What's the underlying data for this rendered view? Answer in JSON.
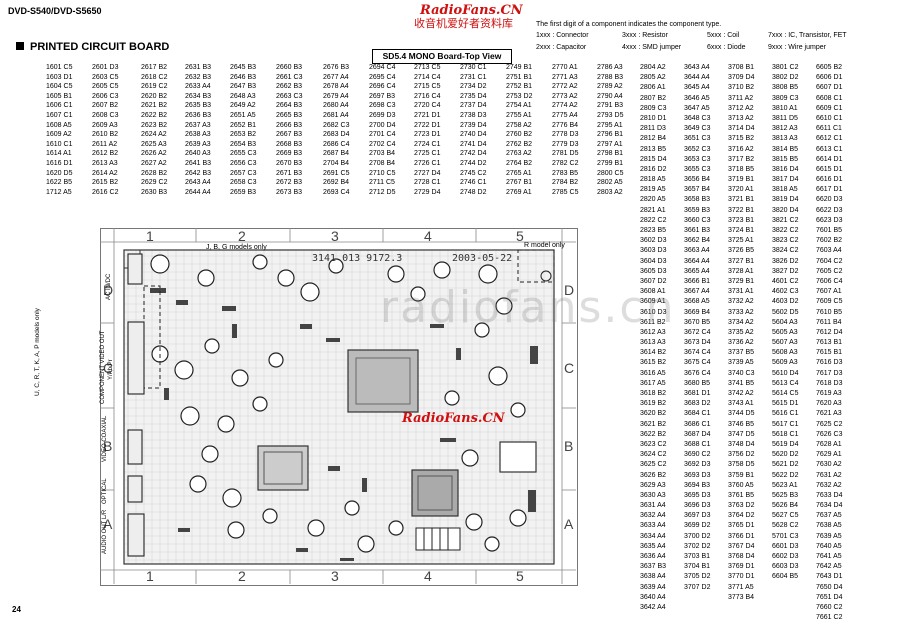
{
  "header": {
    "model": "DVD-S540/DVD-S5650",
    "page": "24"
  },
  "watermark": {
    "cn_title": "RadioFans.CN",
    "cn_subtitle": "收音机爱好者资料库",
    "center": "RadioFans.CN",
    "gray": "radiofans.cn"
  },
  "section_title": "PRINTED CIRCUIT BOARD",
  "board_title": "SD5.4 MONO Board-Top View",
  "legend": {
    "note": "The first digit of a component indicates the component type.",
    "items": [
      "1xxx : Connector",
      "3xxx : Resistor",
      "5xxx : Coil",
      "7xxx : IC, Transistor, FET",
      "2xxx : Capacitor",
      "4xxx : SMD jumper",
      "6xxx : Diode",
      "9xxx : Wire jumper"
    ]
  },
  "board": {
    "columns": [
      "1",
      "2",
      "3",
      "4",
      "5"
    ],
    "rows": [
      "D",
      "C",
      "B",
      "A"
    ],
    "annotations": [
      "J, B, G models only",
      "R model only",
      "3141 013 9172.3",
      "2003-05-22",
      "U, C, R, T, K, A, P models only"
    ],
    "connectors": [
      "AC IN/DC",
      "COMPONENT VIDEO OUT",
      "Y/Pb/Pr",
      "VIDEO COAXIAL",
      "OPTICAL",
      "AUDIO OUT L/R"
    ]
  },
  "tables": [
    [
      "1601 C5",
      "1603 D1",
      "1604 C5",
      "1605 B1",
      "1606 C1",
      "1607 C1",
      "1608 A5",
      "1609 A2",
      "1610 C1",
      "1614 A1",
      "1616 D1",
      "1620 D5",
      "1622 B5",
      "1712 A5"
    ],
    [
      "2601 D3",
      "2603 C5",
      "2605 C5",
      "2606 C3",
      "2607 B2",
      "2608 C3",
      "2609 A3",
      "2610 B2",
      "2611 A2",
      "2612 B2",
      "2613 A3",
      "2614 A2",
      "2615 B2",
      "2616 C2"
    ],
    [
      "2617 B2",
      "2618 C2",
      "2619 C2",
      "2620 B2",
      "2621 B2",
      "2622 B2",
      "2623 B2",
      "2624 A2",
      "2625 A3",
      "2626 A2",
      "2627 A2",
      "2628 B2",
      "2629 C2",
      "2630 B3"
    ],
    [
      "2631 B3",
      "2632 B3",
      "2633 A4",
      "2634 B3",
      "2635 B3",
      "2636 B3",
      "2637 A3",
      "2638 A3",
      "2639 A3",
      "2640 A3",
      "2641 B3",
      "2642 B3",
      "2643 A4",
      "2644 A4"
    ],
    [
      "2645 B3",
      "2646 B3",
      "2647 B3",
      "2648 A3",
      "2649 A2",
      "2651 A5",
      "2652 B1",
      "2653 B2",
      "2654 B3",
      "2655 C3",
      "2656 C3",
      "2657 C3",
      "2658 C3",
      "2659 B3"
    ],
    [
      "2660 B3",
      "2661 C3",
      "2662 B3",
      "2663 C3",
      "2664 B3",
      "2665 B3",
      "2666 B3",
      "2667 B3",
      "2668 B3",
      "2669 B3",
      "2670 B3",
      "2671 B3",
      "2672 B3",
      "2673 B3"
    ],
    [
      "2676 B3",
      "2677 A4",
      "2678 A4",
      "2679 A4",
      "2680 A4",
      "2681 A4",
      "2682 C3",
      "2683 D4",
      "2686 C4",
      "2687 B4",
      "2704 B4",
      "2691 C5",
      "2692 B4",
      "2693 C4"
    ],
    [
      "2694 C4",
      "2695 C4",
      "2696 C4",
      "2697 B3",
      "2698 C3",
      "2699 D3",
      "2700 D4",
      "2701 C4",
      "2702 C4",
      "2703 B4",
      "2708 B4",
      "2710 C5",
      "2711 C5",
      "2712 D5"
    ],
    [
      "2713 C5",
      "2714 C4",
      "2715 C5",
      "2716 C4",
      "2720 C4",
      "2721 D1",
      "2722 D1",
      "2723 D1",
      "2724 C1",
      "2725 C1",
      "2726 C1",
      "2727 D4",
      "2728 C1",
      "2729 D4"
    ],
    [
      "2730 C1",
      "2731 C1",
      "2734 D2",
      "2735 D4",
      "2737 D4",
      "2738 D3",
      "2739 D4",
      "2740 D4",
      "2741 D4",
      "2742 D4",
      "2744 D2",
      "2745 C2",
      "2746 C1",
      "2748 D2"
    ],
    [
      "2749 B1",
      "2751 B1",
      "2752 B1",
      "2753 D2",
      "2754 A1",
      "2755 A1",
      "2758 A2",
      "2760 B2",
      "2762 B2",
      "2763 A2",
      "2764 B2",
      "2765 A1",
      "2767 B1",
      "2769 A1"
    ],
    [
      "2770 A1",
      "2771 A3",
      "2772 A2",
      "2773 A2",
      "2774 A2",
      "2775 A4",
      "2776 B4",
      "2778 D3",
      "2779 D3",
      "2781 D5",
      "2782 C2",
      "2783 B5",
      "2784 B2",
      "2785 C5"
    ],
    [
      "2786 A3",
      "2788 B3",
      "2789 A2",
      "2790 A4",
      "2791 B3",
      "2793 D5",
      "2795 A1",
      "2796 B1",
      "2797 A1",
      "2798 B1",
      "2799 B1",
      "2800 C5",
      "2802 A5",
      "2803 A2"
    ],
    [
      "2804 A2",
      "2805 A2",
      "2806 A1",
      "2807 B2",
      "2809 C3",
      "2810 D1",
      "2811 D3",
      "2812 B4",
      "2813 B5",
      "2815 D4",
      "2816 D2",
      "2818 A5",
      "2819 A5",
      "2820 A5",
      "2821 A1",
      "2822 C2",
      "2823 B5",
      "3602 D3",
      "3603 D3",
      "3604 D3",
      "3605 D3",
      "3607 D2",
      "3608 A1",
      "3609 A1",
      "3610 D3",
      "3611 B2",
      "3612 A3",
      "3613 A3",
      "3614 B2",
      "3615 B2",
      "3616 A5",
      "3617 A5",
      "3618 B2",
      "3619 B2",
      "3620 B2",
      "3621 B2",
      "3622 B2",
      "3623 C2",
      "3624 C2",
      "3625 C2",
      "3626 B2",
      "3629 A3",
      "3630 A3",
      "3631 A4",
      "3632 A4",
      "3633 A4",
      "3634 A4",
      "3635 A4",
      "3636 A4",
      "3637 B3",
      "3638 A4",
      "3639 A4",
      "3640 A4",
      "3642 A4"
    ],
    [
      "3643 A4",
      "3644 A4",
      "3645 A4",
      "3646 A5",
      "3647 A5",
      "3648 C3",
      "3649 C3",
      "3651 C3",
      "3652 C3",
      "3653 C3",
      "3655 C3",
      "3656 B4",
      "3657 B4",
      "3658 B3",
      "3659 B3",
      "3660 C3",
      "3661 B3",
      "3662 B4",
      "3663 A4",
      "3664 A4",
      "3665 A4",
      "3666 B1",
      "3667 A4",
      "3668 A5",
      "3669 B4",
      "3670 B5",
      "3672 C4",
      "3673 D4",
      "3674 C4",
      "3675 C4",
      "3676 C4",
      "3680 B5",
      "3681 D1",
      "3683 D2",
      "3684 C1",
      "3686 C1",
      "3687 D4",
      "3688 C1",
      "3690 C2",
      "3692 D3",
      "3693 D3",
      "3694 B3",
      "3695 D3",
      "3696 D3",
      "3697 D3",
      "3699 D2",
      "3700 D2",
      "3702 D2",
      "3703 B1",
      "3704 B1",
      "3705 D2",
      "3707 D2"
    ],
    [
      "3708 B1",
      "3709 D4",
      "3710 B2",
      "3711 A2",
      "3712 A2",
      "3713 A2",
      "3714 D4",
      "3715 B2",
      "3716 A2",
      "3717 B2",
      "3718 B5",
      "3719 B1",
      "3720 A1",
      "3721 B1",
      "3722 B1",
      "3723 B1",
      "3724 B1",
      "3725 A1",
      "3726 B5",
      "3727 B1",
      "3728 A1",
      "3729 B1",
      "3731 A1",
      "3732 A2",
      "3733 A2",
      "3734 A2",
      "3735 A2",
      "3736 A2",
      "3737 B5",
      "3739 A5",
      "3740 C3",
      "3741 B5",
      "3742 A2",
      "3743 A1",
      "3744 D5",
      "3746 B5",
      "3747 D5",
      "3748 D4",
      "3756 D2",
      "3758 D5",
      "3759 B1",
      "3760 A5",
      "3761 B5",
      "3763 D2",
      "3764 D2",
      "3765 D1",
      "3766 D1",
      "3767 D4",
      "3768 D4",
      "3769 D1",
      "3770 D1",
      "3771 A5",
      "3773 B4"
    ],
    [
      "3801 C2",
      "3802 D2",
      "3808 B5",
      "3809 C3",
      "3810 A1",
      "3811 D5",
      "3812 A3",
      "3813 A3",
      "3814 B5",
      "3815 B5",
      "3816 D4",
      "3817 D4",
      "3818 A5",
      "3819 D4",
      "3820 D4",
      "3821 C2",
      "3822 C2",
      "3823 C2",
      "3824 C2",
      "3826 D2",
      "3827 D2",
      "4601 C2",
      "4602 C3",
      "4603 D2",
      "5602 D5",
      "5604 A3",
      "5605 A3",
      "5607 A3",
      "5608 A3",
      "5609 A3",
      "5610 D4",
      "5613 C4",
      "5614 C5",
      "5615 D1",
      "5616 C1",
      "5617 C1",
      "5618 C1",
      "5619 D4",
      "5620 D2",
      "5621 D2",
      "5622 D2",
      "5623 A1",
      "5625 B3",
      "5626 B4",
      "5627 C5",
      "5628 C2",
      "5701 C3",
      "6601 D3",
      "6602 D3",
      "6603 D3",
      "6604 B5"
    ],
    [
      "6605 B2",
      "6606 D1",
      "6607 D1",
      "6608 C1",
      "6609 C1",
      "6610 C1",
      "6611 C1",
      "6612 C1",
      "6613 C1",
      "6614 D1",
      "6615 D1",
      "6616 D1",
      "6617 D1",
      "6620 D3",
      "6622 D3",
      "6623 D3",
      "7601 B5",
      "7602 B2",
      "7603 A4",
      "7604 C2",
      "7605 C2",
      "7606 C4",
      "7607 A1",
      "7609 C5",
      "7610 B5",
      "7611 B4",
      "7612 D4",
      "7613 B1",
      "7615 B1",
      "7616 D3",
      "7617 D3",
      "7618 D3",
      "7619 A3",
      "7620 A3",
      "7621 A3",
      "7625 C2",
      "7626 C3",
      "7628 A1",
      "7629 A1",
      "7630 A2",
      "7631 A2",
      "7632 A2",
      "7633 D4",
      "7634 D4",
      "7637 A5",
      "7638 A5",
      "7639 A5",
      "7640 A5",
      "7641 A5",
      "7642 A5",
      "7643 D1",
      "7650 D4",
      "7651 D4",
      "7660 C2",
      "7661 C2"
    ]
  ]
}
